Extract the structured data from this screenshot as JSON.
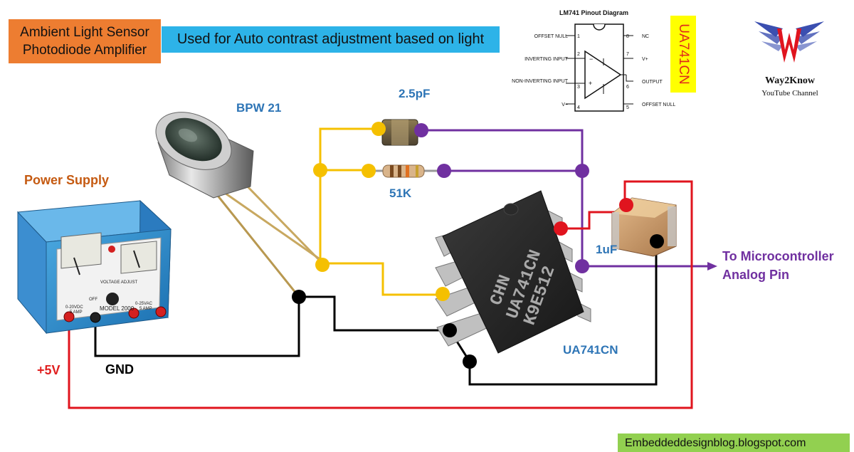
{
  "title": {
    "line1": "Ambient Light Sensor",
    "line2": "Photodiode Amplifier"
  },
  "subtitle": "Used for Auto contrast adjustment based on light",
  "pinout": {
    "title": "LM741 Pinout Diagram",
    "pins": [
      {
        "num": "1",
        "label": "OFFSET NULL"
      },
      {
        "num": "2",
        "label": "INVERTING INPUT"
      },
      {
        "num": "3",
        "label": "NON-INVERTING INPUT"
      },
      {
        "num": "4",
        "label": "V−"
      },
      {
        "num": "5",
        "label": "OFFSET NULL"
      },
      {
        "num": "6",
        "label": "OUTPUT"
      },
      {
        "num": "7",
        "label": "V+"
      },
      {
        "num": "8",
        "label": "NC"
      }
    ]
  },
  "ua_badge": "UA741CN",
  "brand": {
    "name": "Way2Know",
    "tagline": "YouTube Channel"
  },
  "labels": {
    "photodiode": "BPW 21",
    "capacitor_small": "2.5pF",
    "resistor": "51K",
    "capacitor_large": "1uF",
    "opamp": "UA741CN",
    "power_supply": "Power Supply",
    "plus5v": "+5V",
    "gnd": "GND",
    "output_line1": "To Microcontroller",
    "output_line2": "Analog Pin"
  },
  "power_supply_panel": {
    "model": "MODEL 2000",
    "left_range": "0-20VDC",
    "right_range": "0-25VAC",
    "amp": "5 AMP",
    "voltage_adjust": "VOLTAGE ADJUST",
    "off": "OFF"
  },
  "chip_marking": {
    "line1": "UA741CN",
    "line2": "K9E512",
    "line3": "CHN"
  },
  "footer": "Embeddeddesignblog.blogspot.com",
  "colors": {
    "wire_yellow": "#f5c000",
    "wire_purple": "#7030a0",
    "wire_red": "#e0141e",
    "wire_black": "#000000",
    "title_bg": "#ed7d31",
    "subtitle_bg": "#2db3e8",
    "footer_bg": "#92d050"
  }
}
